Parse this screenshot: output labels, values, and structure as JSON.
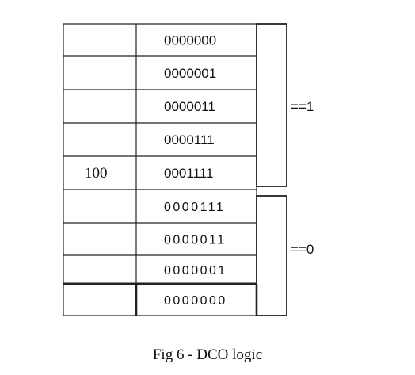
{
  "rows": [
    {
      "left": "",
      "code": "0000000"
    },
    {
      "left": "",
      "code": "0000001"
    },
    {
      "left": "",
      "code": "0000011"
    },
    {
      "left": "",
      "code": "0000111"
    },
    {
      "left": "100",
      "code": "0001111"
    },
    {
      "left": "",
      "code": "0000111"
    },
    {
      "left": "",
      "code": "0000011"
    },
    {
      "left": "",
      "code": "0000001"
    },
    {
      "left": "",
      "code": "0000000"
    }
  ],
  "brackets": [
    {
      "label": "==1",
      "rows_from": 0,
      "rows_to": 4
    },
    {
      "label": "==0",
      "rows_from": 5,
      "rows_to": 8
    }
  ],
  "caption": "Fig 6 - DCO logic"
}
